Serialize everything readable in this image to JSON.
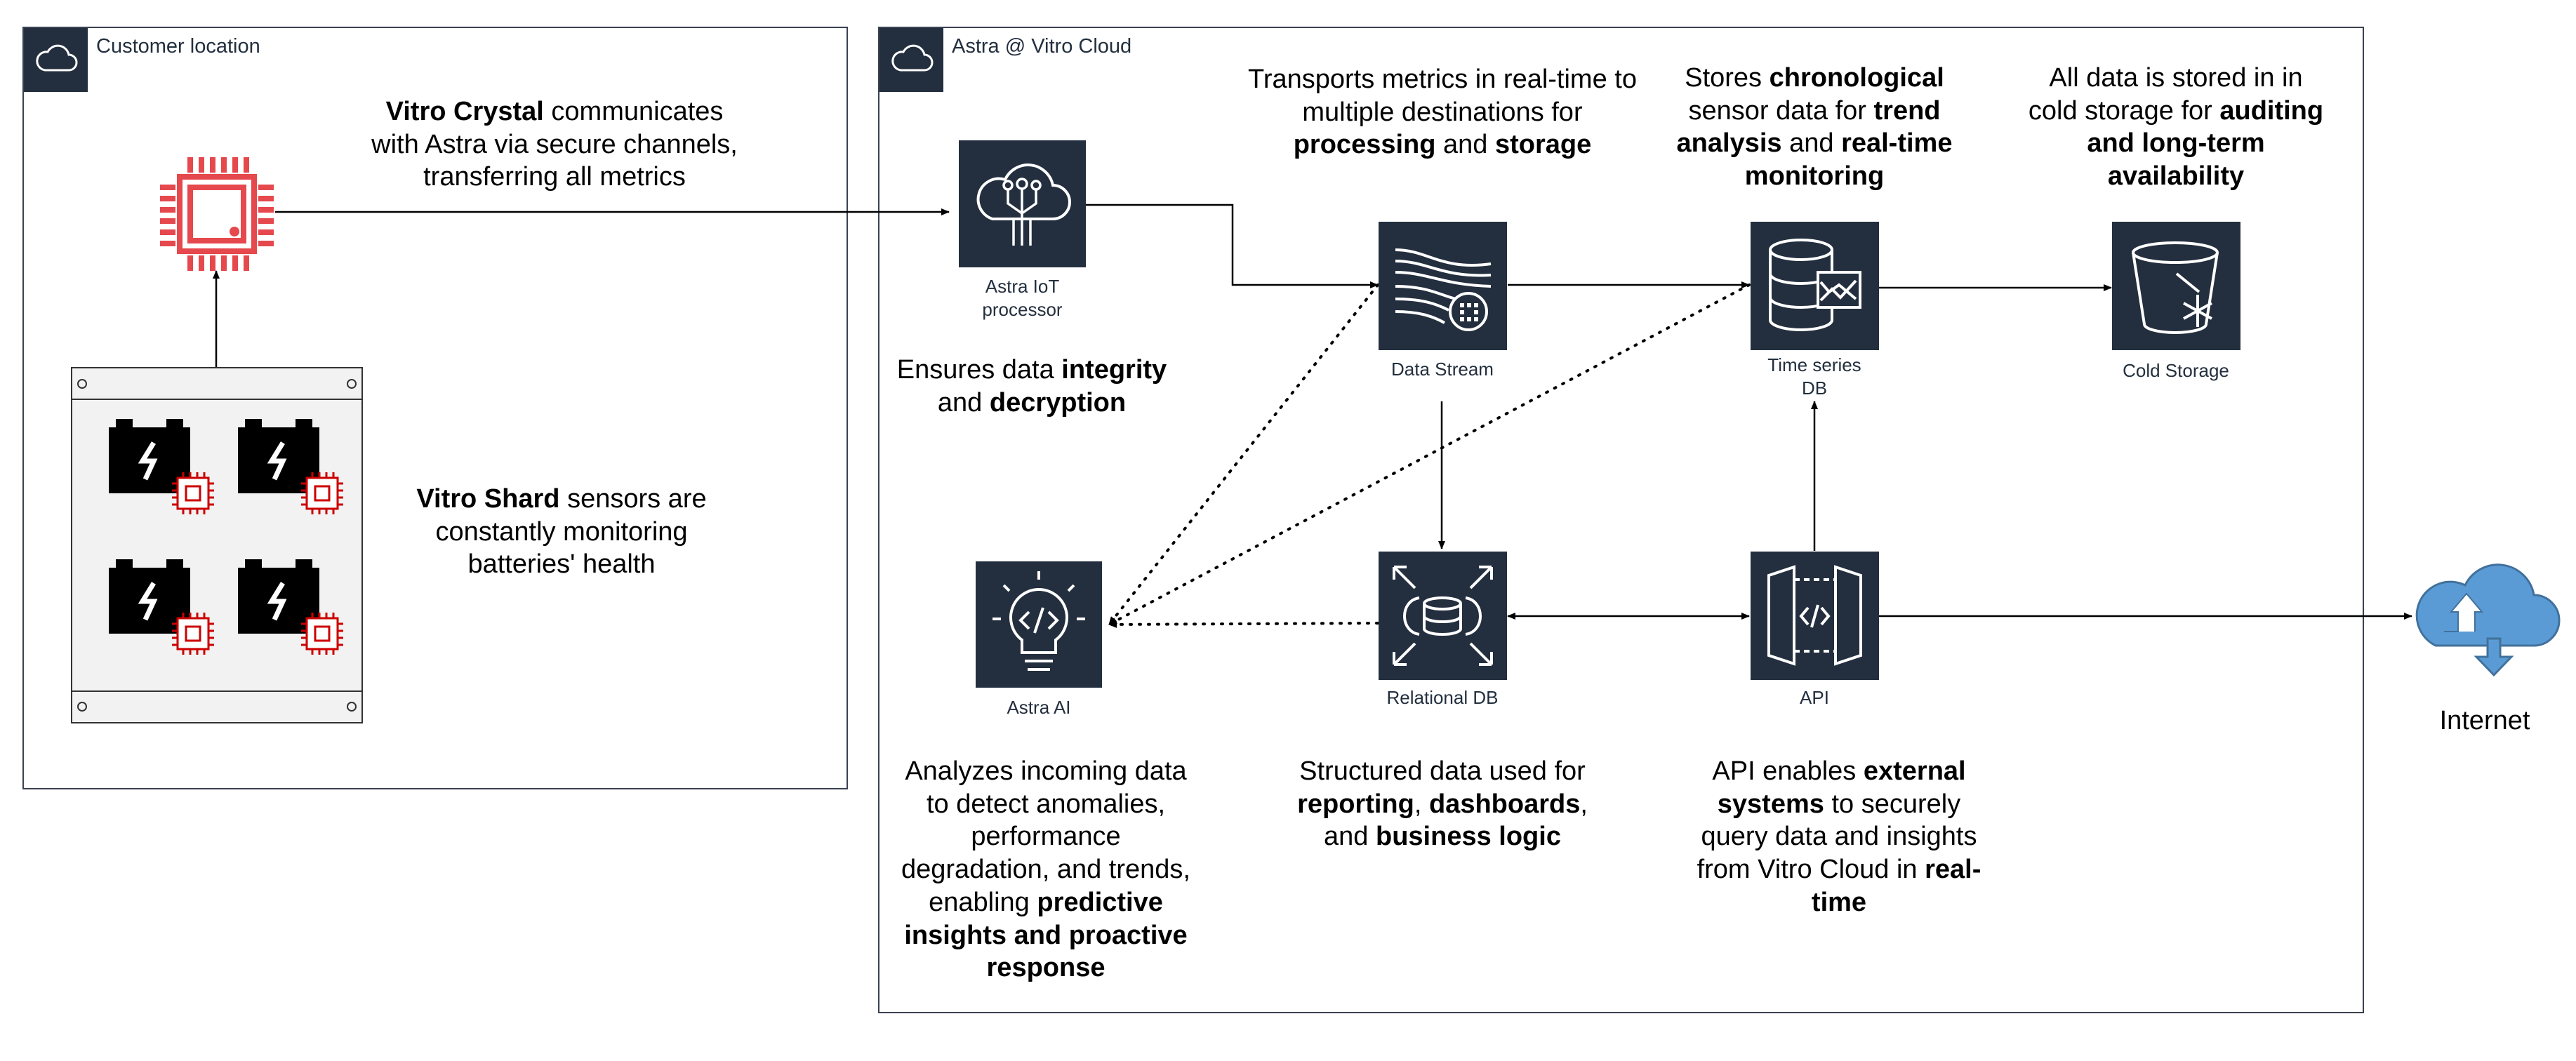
{
  "groups": {
    "customer": {
      "label": "Customer location",
      "icon": "cloud-icon"
    },
    "cloud": {
      "label": "Astra @ Vitro Cloud",
      "icon": "cloud-icon"
    }
  },
  "nodes": {
    "crystal": {
      "icon": "chip-icon"
    },
    "battery_rack": {
      "icon": "battery-icon",
      "sensor_icon": "sensor-chip-icon"
    },
    "iot_processor": {
      "label_line1": "Astra IoT",
      "label_line2": "processor",
      "icon": "iot-cloud-icon"
    },
    "data_stream": {
      "label": "Data Stream",
      "icon": "stream-icon"
    },
    "time_series_db": {
      "label_line1": "Time series",
      "label_line2": "DB",
      "icon": "timeseries-database-icon"
    },
    "cold_storage": {
      "label": "Cold Storage",
      "icon": "bucket-snowflake-icon"
    },
    "astra_ai": {
      "label": "Astra AI",
      "icon": "lightbulb-code-icon"
    },
    "relational_db": {
      "label": "Relational DB",
      "icon": "database-icon"
    },
    "api": {
      "label": "API",
      "icon": "api-gateway-icon"
    },
    "internet": {
      "label": "Internet",
      "icon": "internet-cloud-icon"
    }
  },
  "notes": {
    "crystal": {
      "b1": "Vitro Crystal",
      "t1": " communicates",
      "t2": "with Astra via secure channels,",
      "t3": "transferring all metrics"
    },
    "shard": {
      "b1": "Vitro Shard",
      "t1": " sensors are",
      "t2": "constantly monitoring",
      "t3": "batteries' health"
    },
    "transport": {
      "t1": "Transports metrics in real-time to",
      "t2": "multiple destinations for",
      "b1": "processing",
      "t3": " and ",
      "b2": "storage"
    },
    "stores": {
      "t1": "Stores ",
      "b1": "chronological",
      "t2": "sensor data for ",
      "b2": "trend",
      "b3": "analysis",
      "t3": " and ",
      "b4": "real-time",
      "b5": "monitoring"
    },
    "cold": {
      "t1": "All data is stored in in",
      "t2": "cold storage for ",
      "b1": "auditing",
      "b2": "and long-term",
      "b3": "availability"
    },
    "integrity": {
      "t1": "Ensures data ",
      "b1": "integrity",
      "t2": "and ",
      "b2": "decryption"
    },
    "analyzes": {
      "t1": "Analyzes incoming data",
      "t2": "to detect anomalies,",
      "t3": "performance",
      "t4": "degradation, and trends,",
      "t5": "enabling ",
      "b1": "predictive",
      "b2": "insights and proactive",
      "b3": "response"
    },
    "structured": {
      "t1": "Structured data used for",
      "b1": "reporting",
      "t2": ", ",
      "b2": "dashboards",
      "t3": ",",
      "t4": "and ",
      "b3": "business logic"
    },
    "api": {
      "t1": "API enables ",
      "b1": "external",
      "b2": "systems",
      "t2": " to securely",
      "t3": "query data and insights",
      "t4": "from Vitro Cloud in ",
      "b3": "real-",
      "b4": "time"
    }
  },
  "colors": {
    "tile": "#232f3e",
    "chip": "#e5484d",
    "sensor": "#cc0000",
    "internet": "#5b9bd5",
    "line": "#000000"
  }
}
